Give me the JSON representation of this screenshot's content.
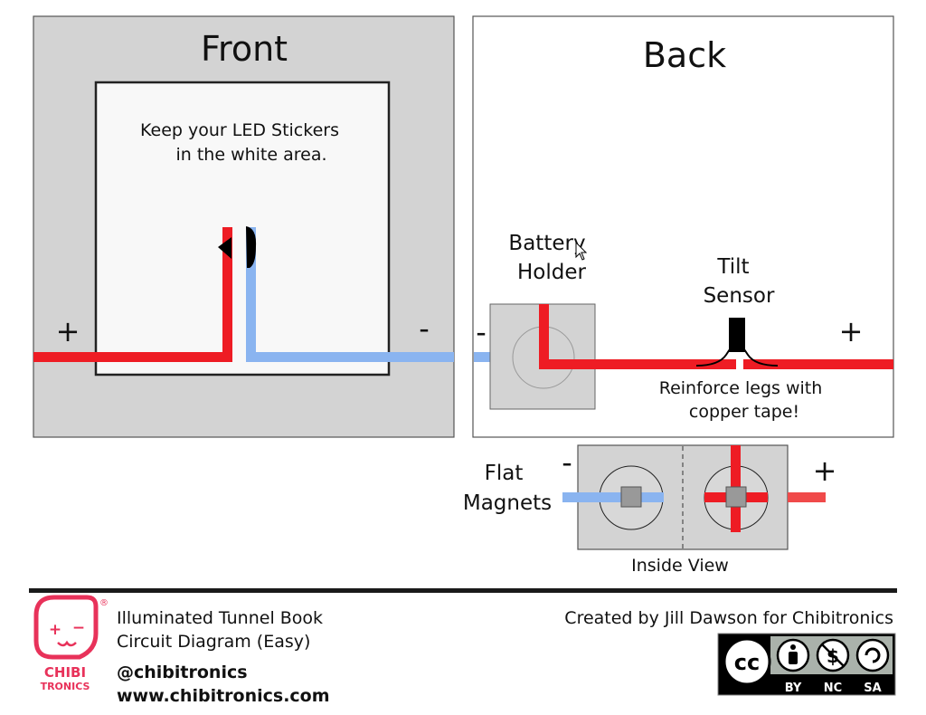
{
  "front": {
    "title": "Front",
    "instruction_line1": "Keep your LED Stickers",
    "instruction_line2": "in the white area.",
    "plus": "+",
    "minus": "-"
  },
  "back": {
    "title": "Back",
    "battery_line1": "Battery",
    "battery_line2": "Holder",
    "tilt_line1": "Tilt",
    "tilt_line2": "Sensor",
    "note_line1": "Reinforce legs with",
    "note_line2": "copper tape!",
    "minus": "-",
    "plus": "+"
  },
  "inside": {
    "label_line1": "Flat",
    "label_line2": "Magnets",
    "minus": "-",
    "plus": "+",
    "caption": "Inside View"
  },
  "footer": {
    "logo_line1": "CHIBI",
    "logo_line2": "TRONICS",
    "registered": "®",
    "doc_title_line1": "Illuminated Tunnel Book",
    "doc_title_line2": "Circuit Diagram (Easy)",
    "handle": "@chibitronics",
    "website": "www.chibitronics.com",
    "credit": "Created by Jill Dawson for Chibitronics",
    "license_by": "BY",
    "license_nc": "NC",
    "license_sa": "SA",
    "license_cc": "cc"
  },
  "colors": {
    "red_trace": "#ee1c24",
    "blue_trace": "#8ab4f0",
    "panel_gray": "#d3d3d3",
    "brand_pink": "#e8325a"
  }
}
